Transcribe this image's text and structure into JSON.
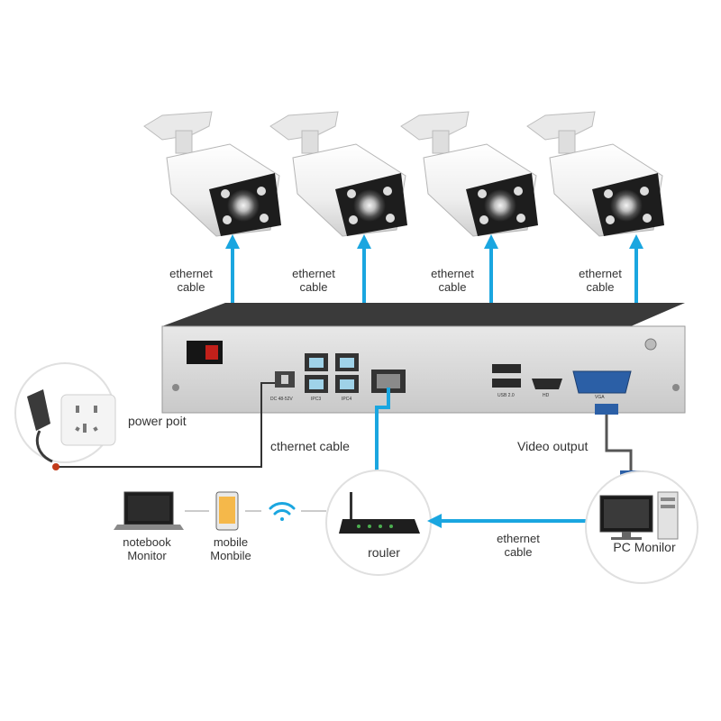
{
  "labels": {
    "ethernet_cable_1": "ethernet\ncable",
    "ethernet_cable_2": "ethernet\ncable",
    "ethernet_cable_3": "ethernet\ncable",
    "ethernet_cable_4": "ethernet\ncable",
    "power_point": "power poit",
    "ethernet_cable_nvr": "cthernet cable",
    "video_output": "Video output",
    "notebook": "notebook\nMonitor",
    "mobile": "mobile\nMonbile",
    "router": "rouler",
    "ethernet_cable_pc": "ethernet\ncable",
    "pc_monitor": "PC Monilor"
  },
  "nvr_panel": {
    "dc_label": "DC 48-52V",
    "ipc3": "IPC3",
    "ipc4": "IPC4",
    "usb": "USB 2.0",
    "hd": "HD",
    "vga": "VGA"
  },
  "colors": {
    "cable_blue": "#1aa6e0",
    "nvr_body": "#d9d9d9",
    "nvr_dark": "#2b2b2b",
    "wire_dark": "#333333"
  },
  "icons": [
    "camera-icon",
    "nvr-icon",
    "power-adapter-icon",
    "power-socket-icon",
    "laptop-icon",
    "mobile-phone-icon",
    "wifi-icon",
    "router-icon",
    "pc-icon"
  ]
}
